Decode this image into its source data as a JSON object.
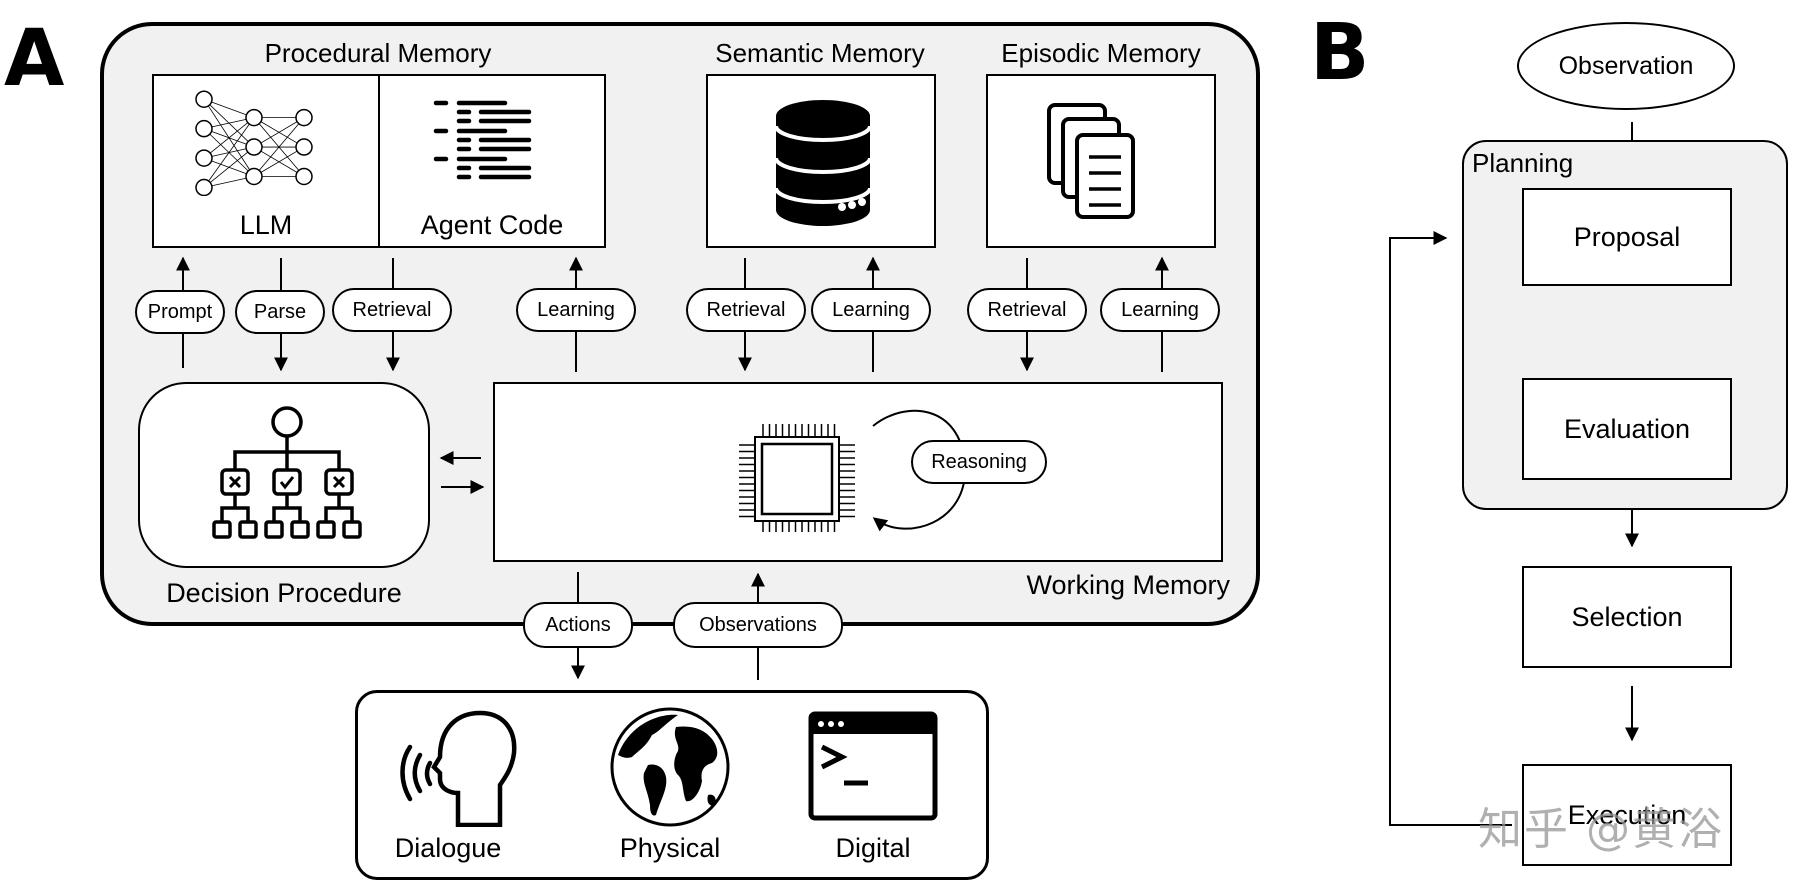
{
  "panel_a": {
    "letter": "A",
    "procedural_memory": {
      "title": "Procedural Memory",
      "llm_label": "LLM",
      "agent_code_label": "Agent Code",
      "llm_icon": "neural-network-icon",
      "code_icon": "code-lines-icon"
    },
    "semantic_memory": {
      "title": "Semantic Memory",
      "icon": "database-icon"
    },
    "episodic_memory": {
      "title": "Episodic Memory",
      "icon": "documents-stack-icon"
    },
    "edge_labels": {
      "prompt": "Prompt",
      "parse": "Parse",
      "procedural_retrieval": "Retrieval",
      "procedural_learning": "Learning",
      "semantic_retrieval": "Retrieval",
      "semantic_learning": "Learning",
      "episodic_retrieval": "Retrieval",
      "episodic_learning": "Learning",
      "actions": "Actions",
      "observations": "Observations"
    },
    "decision_procedure": {
      "label": "Decision Procedure",
      "icon": "decision-tree-icon"
    },
    "working_memory": {
      "label": "Working Memory",
      "reasoning_label": "Reasoning",
      "icon": "cpu-chip-icon"
    },
    "environment": {
      "items": [
        {
          "label": "Dialogue",
          "icon": "speaking-head-icon"
        },
        {
          "label": "Physical",
          "icon": "globe-icon"
        },
        {
          "label": "Digital",
          "icon": "terminal-window-icon"
        }
      ]
    }
  },
  "panel_b": {
    "letter": "B",
    "observation": "Observation",
    "planning_label": "Planning",
    "steps": [
      "Proposal",
      "Evaluation",
      "Selection",
      "Execution"
    ]
  },
  "watermark": "知乎 @黄浴"
}
